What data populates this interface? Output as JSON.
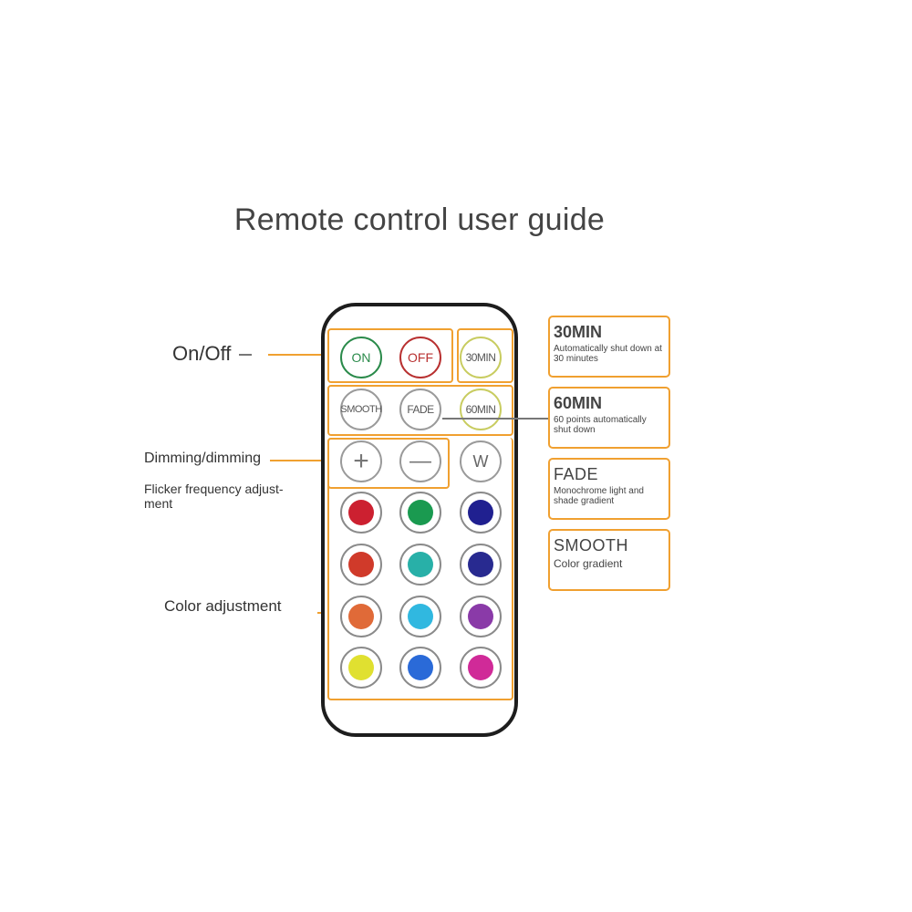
{
  "title": "Remote control user guide",
  "labels": {
    "on_off": "On/Off",
    "dimming": "Dimming/dimming",
    "flicker": "Flicker frequency adjust-\nment",
    "color": "Color adjustment"
  },
  "buttons": {
    "on": "ON",
    "off": "OFF",
    "min30": "30MIN",
    "smooth": "SMOOTH",
    "fade": "FADE",
    "min60": "60MIN",
    "plus": "+",
    "minus": "—",
    "white": "W"
  },
  "colors": [
    [
      "#cc2030",
      "#1a9a50",
      "#202090"
    ],
    [
      "#d03a2a",
      "#28b0a8",
      "#282a90"
    ],
    [
      "#e06a38",
      "#30b8e0",
      "#8a3aa8"
    ],
    [
      "#e0e030",
      "#2a6ad8",
      "#d02a98"
    ]
  ],
  "cards": [
    {
      "title": "30MIN",
      "desc": "Automatically shut down at 30 minutes"
    },
    {
      "title": "60MIN",
      "desc": "60 points automatically shut down"
    },
    {
      "title": "FADE",
      "desc": "Monochrome light and shade gradient"
    },
    {
      "title": "SMOOTH",
      "desc": "Color gradient"
    }
  ],
  "accent_color": "#f0a030"
}
